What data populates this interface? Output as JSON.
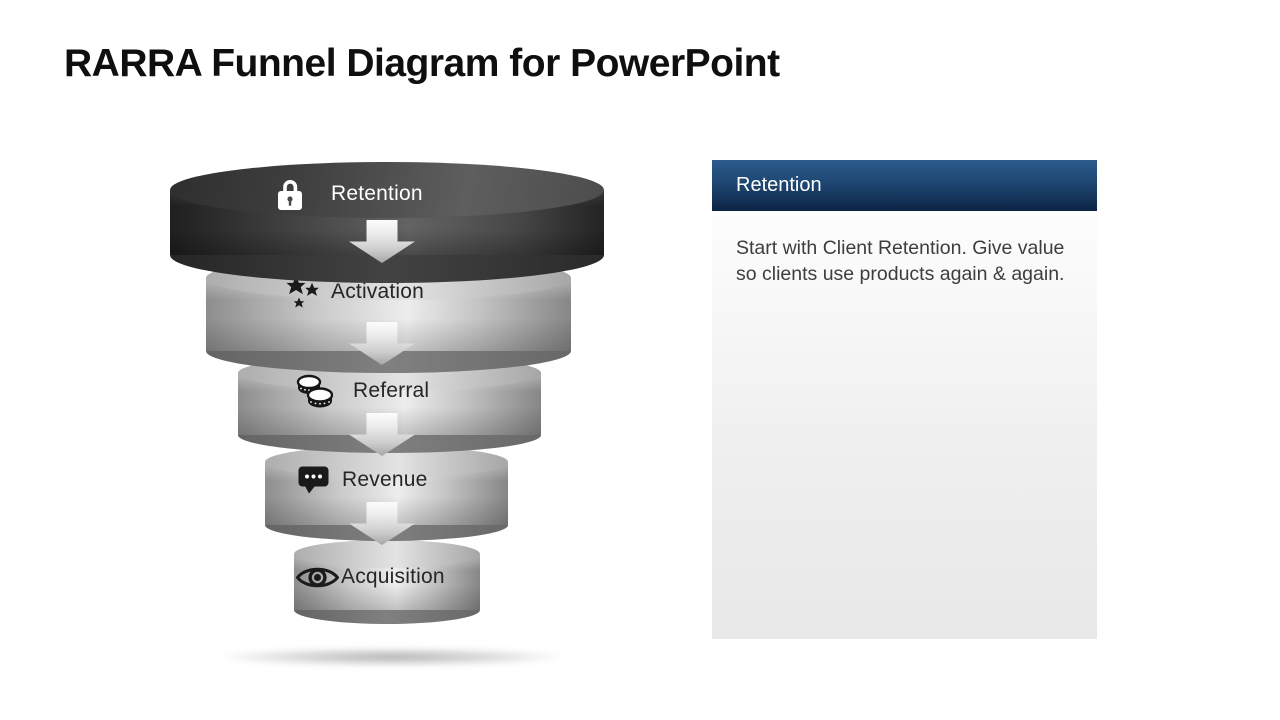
{
  "slide": {
    "title": "RARRA Funnel Diagram for PowerPoint",
    "background_color": "#ffffff"
  },
  "funnel": {
    "flow": "top-down",
    "stages": [
      {
        "label": "Retention",
        "icon": "lock-icon",
        "theme": "dark"
      },
      {
        "label": "Activation",
        "icon": "stars-icon",
        "theme": "silver"
      },
      {
        "label": "Referral",
        "icon": "coins-icon",
        "theme": "silver"
      },
      {
        "label": "Revenue",
        "icon": "chat-icon",
        "theme": "silver"
      },
      {
        "label": "Acquisition",
        "icon": "eye-icon",
        "theme": "silver"
      }
    ],
    "colors": {
      "dark_stage": "#3f3f3f",
      "silver_stage": "#cccccc",
      "stage_text_light": "#ffffff",
      "stage_text_dark": "#262626",
      "arrow": "#d9d9d9"
    }
  },
  "detail_panel": {
    "title": "Retention",
    "body": "Start with Client Retention. Give value so clients use products again & again.",
    "colors": {
      "header_top": "#2b5b8d",
      "header_bottom": "#0d2444",
      "body_background": "#e9e9e9",
      "title_text": "#ffffff",
      "body_text": "#3d3d3d"
    }
  }
}
